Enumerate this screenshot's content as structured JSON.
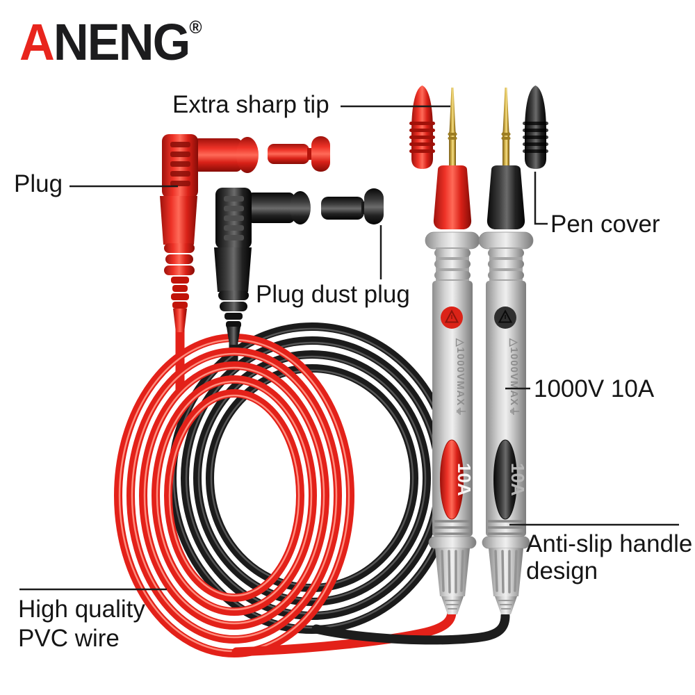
{
  "brand": {
    "letter_accent": "A",
    "letters_rest": "NENG",
    "registered_mark": "®"
  },
  "callouts": {
    "extra_sharp_tip": "Extra sharp tip",
    "plug": "Plug",
    "pen_cover": "Pen cover",
    "plug_dust_plug": "Plug dust plug",
    "rating": "1000V 10A",
    "anti_slip": {
      "line1": "Anti-slip handle",
      "line2": "design"
    },
    "pvc_wire": {
      "line1": "High quality",
      "line2": "PVC wire"
    }
  },
  "probe_markings": {
    "side_text": "△1000VMAX⏚",
    "current_badge": "10A"
  },
  "colors": {
    "accent_red": "#e8251d",
    "wire_red": "#e32119",
    "wire_black": "#1d1d1d",
    "probe_gray": "#c9c9c9",
    "gold_tip": "#d4af37",
    "text": "#151515"
  }
}
